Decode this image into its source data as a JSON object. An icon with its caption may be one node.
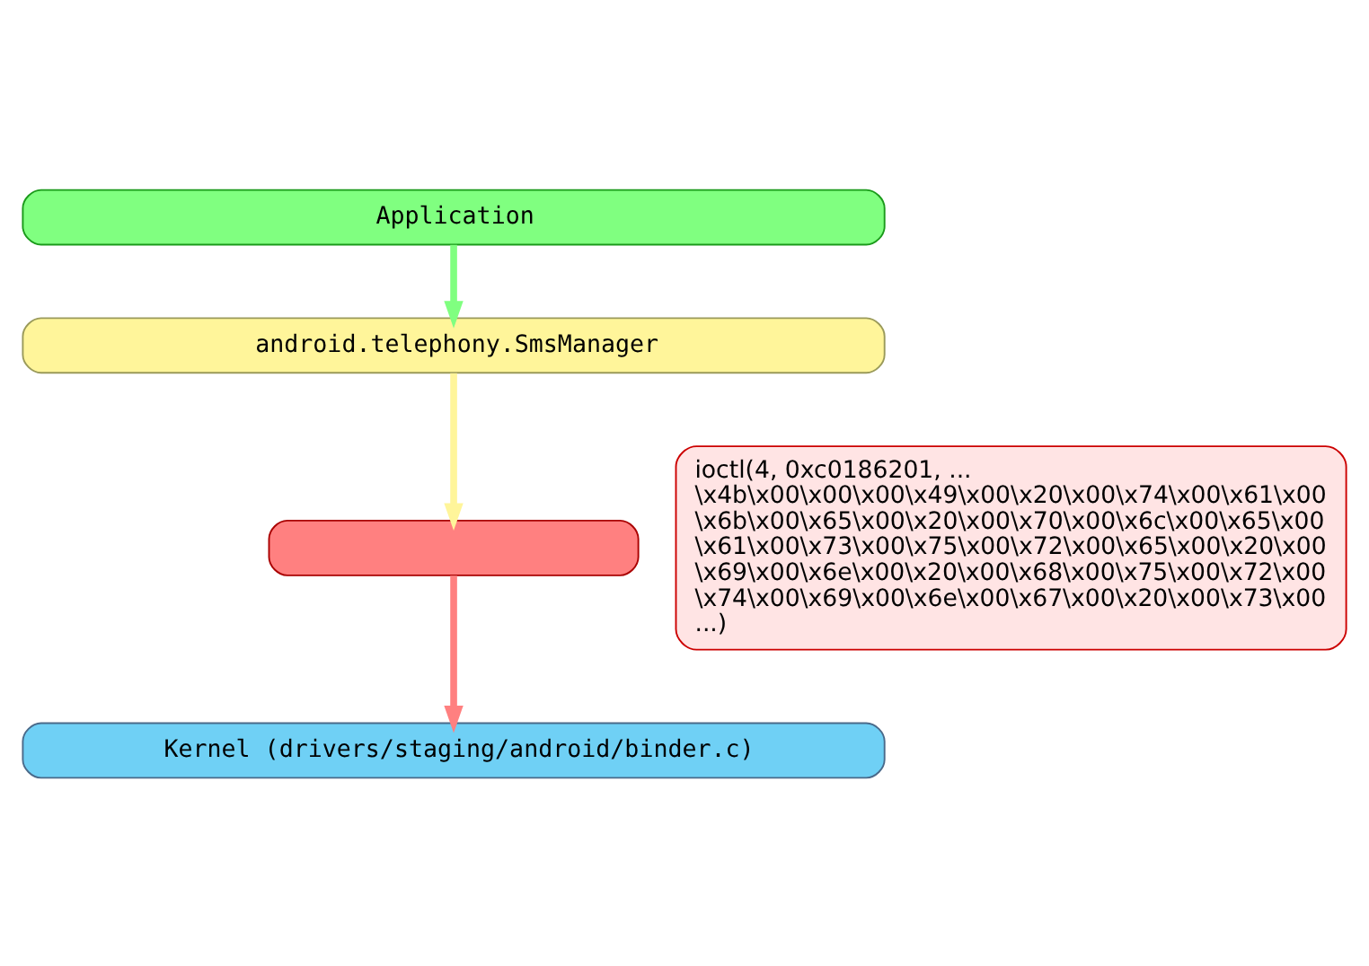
{
  "diagram": {
    "nodes": [
      {
        "text": [
          "Application"
        ]
      },
      {
        "text": [
          "android.telephony.SmsManager"
        ]
      },
      {
        "text": [],
        "shape": "box"
      },
      {
        "text": [
          "ioctl(4, 0xc0186201, ... \\x4b\\x00\\x00\\x00\\x49\\x00\\x20\\x00\\x74\\x00\\x61\\x00 \\x6b\\x00\\x65\\x00\\x20\\x00\\x70\\x00\\x6c\\x00\\x65\\x00 \\x61\\x00\\x73\\x00\\x75\\x00\\x72\\x00\\x65\\x00\\x20\\x00 \\x69\\x00\\x6e\\x00\\x20\\x00\\x68\\x00\\x75\\x00\\x72\\x00 \\x74\\x00\\x69\\x00\\x6e\\x00\\x67\\x00\\x20\\x00\\x73\\x00 ...)"
        ]
      },
      {
        "text": [
          "Kernel (drivers/staging/android/binder.c)"
        ]
      }
    ],
    "edges": [
      {
        "from": 0,
        "to": 1,
        "arrow": "to",
        "color": "#80ff80"
      },
      {
        "from": 1,
        "to": 2,
        "arrow": "to",
        "color": "#fff59a"
      },
      {
        "from": 2,
        "to": 4,
        "arrow": "to",
        "color": "#ff8080"
      }
    ]
  }
}
